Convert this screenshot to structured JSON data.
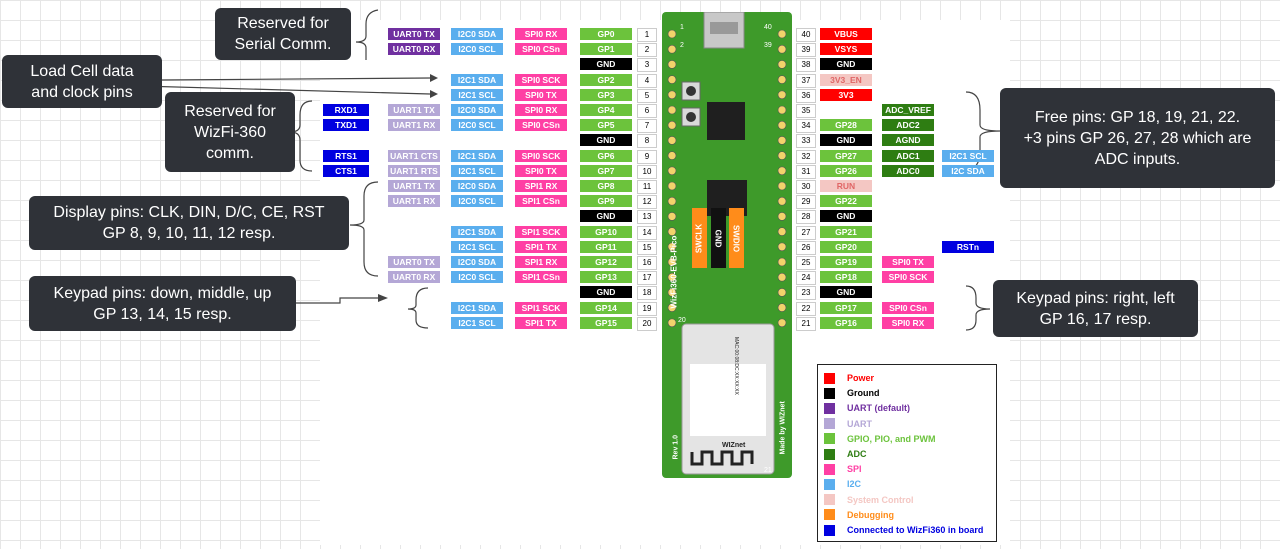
{
  "colors": {
    "power": "#ff0000",
    "ground": "#000000",
    "uart_default": "#7030a0",
    "uart": "#b4a7d6",
    "gpio": "#6cc33c",
    "adc": "#2e7d12",
    "spi": "#ff3fa4",
    "i2c": "#5aaeee",
    "system": "#f4c7c3",
    "debug": "#ff8c1a",
    "wizfi": "#0000e0"
  },
  "left_pins": [
    {
      "num": "1",
      "row": 0,
      "cols": [
        {
          "c": 3,
          "t": "GP0",
          "k": "gpio"
        },
        {
          "c": 2,
          "t": "SPI0 RX",
          "k": "spi"
        },
        {
          "c": 1,
          "t": "I2C0 SDA",
          "k": "i2c"
        },
        {
          "c": 0,
          "t": "UART0 TX",
          "k": "uart_default"
        }
      ]
    },
    {
      "num": "2",
      "row": 1,
      "cols": [
        {
          "c": 3,
          "t": "GP1",
          "k": "gpio"
        },
        {
          "c": 2,
          "t": "SPI0 CSn",
          "k": "spi"
        },
        {
          "c": 1,
          "t": "I2C0 SCL",
          "k": "i2c"
        },
        {
          "c": 0,
          "t": "UART0 RX",
          "k": "uart_default"
        }
      ]
    },
    {
      "num": "3",
      "row": 2,
      "cols": [
        {
          "c": 3,
          "t": "GND",
          "k": "ground"
        }
      ]
    },
    {
      "num": "4",
      "row": 3,
      "cols": [
        {
          "c": 3,
          "t": "GP2",
          "k": "gpio"
        },
        {
          "c": 2,
          "t": "SPI0 SCK",
          "k": "spi"
        },
        {
          "c": 1,
          "t": "I2C1 SDA",
          "k": "i2c"
        }
      ]
    },
    {
      "num": "5",
      "row": 4,
      "cols": [
        {
          "c": 3,
          "t": "GP3",
          "k": "gpio"
        },
        {
          "c": 2,
          "t": "SPI0 TX",
          "k": "spi"
        },
        {
          "c": 1,
          "t": "I2C1 SCL",
          "k": "i2c"
        }
      ]
    },
    {
      "num": "6",
      "row": 5,
      "cols": [
        {
          "c": 3,
          "t": "GP4",
          "k": "gpio"
        },
        {
          "c": 2,
          "t": "SPI0 RX",
          "k": "spi"
        },
        {
          "c": 1,
          "t": "I2C0 SDA",
          "k": "i2c"
        },
        {
          "c": 0,
          "t": "UART1 TX",
          "k": "uart"
        },
        {
          "c": -1,
          "t": "RXD1",
          "k": "wizfi"
        }
      ]
    },
    {
      "num": "7",
      "row": 6,
      "cols": [
        {
          "c": 3,
          "t": "GP5",
          "k": "gpio"
        },
        {
          "c": 2,
          "t": "SPI0 CSn",
          "k": "spi"
        },
        {
          "c": 1,
          "t": "I2C0 SCL",
          "k": "i2c"
        },
        {
          "c": 0,
          "t": "UART1 RX",
          "k": "uart"
        },
        {
          "c": -1,
          "t": "TXD1",
          "k": "wizfi"
        }
      ]
    },
    {
      "num": "8",
      "row": 7,
      "cols": [
        {
          "c": 3,
          "t": "GND",
          "k": "ground"
        }
      ]
    },
    {
      "num": "9",
      "row": 8,
      "cols": [
        {
          "c": 3,
          "t": "GP6",
          "k": "gpio"
        },
        {
          "c": 2,
          "t": "SPI0 SCK",
          "k": "spi"
        },
        {
          "c": 1,
          "t": "I2C1 SDA",
          "k": "i2c"
        },
        {
          "c": 0,
          "t": "UART1 CTS",
          "k": "uart"
        },
        {
          "c": -1,
          "t": "RTS1",
          "k": "wizfi"
        }
      ]
    },
    {
      "num": "10",
      "row": 9,
      "cols": [
        {
          "c": 3,
          "t": "GP7",
          "k": "gpio"
        },
        {
          "c": 2,
          "t": "SPI0 TX",
          "k": "spi"
        },
        {
          "c": 1,
          "t": "I2C1 SCL",
          "k": "i2c"
        },
        {
          "c": 0,
          "t": "UART1 RTS",
          "k": "uart"
        },
        {
          "c": -1,
          "t": "CTS1",
          "k": "wizfi"
        }
      ]
    },
    {
      "num": "11",
      "row": 10,
      "cols": [
        {
          "c": 3,
          "t": "GP8",
          "k": "gpio"
        },
        {
          "c": 2,
          "t": "SPI1 RX",
          "k": "spi"
        },
        {
          "c": 1,
          "t": "I2C0 SDA",
          "k": "i2c"
        },
        {
          "c": 0,
          "t": "UART1 TX",
          "k": "uart"
        }
      ]
    },
    {
      "num": "12",
      "row": 11,
      "cols": [
        {
          "c": 3,
          "t": "GP9",
          "k": "gpio"
        },
        {
          "c": 2,
          "t": "SPI1 CSn",
          "k": "spi"
        },
        {
          "c": 1,
          "t": "I2C0 SCL",
          "k": "i2c"
        },
        {
          "c": 0,
          "t": "UART1 RX",
          "k": "uart"
        }
      ]
    },
    {
      "num": "13",
      "row": 12,
      "cols": [
        {
          "c": 3,
          "t": "GND",
          "k": "ground"
        }
      ]
    },
    {
      "num": "14",
      "row": 13,
      "cols": [
        {
          "c": 3,
          "t": "GP10",
          "k": "gpio"
        },
        {
          "c": 2,
          "t": "SPI1 SCK",
          "k": "spi"
        },
        {
          "c": 1,
          "t": "I2C1 SDA",
          "k": "i2c"
        }
      ]
    },
    {
      "num": "15",
      "row": 14,
      "cols": [
        {
          "c": 3,
          "t": "GP11",
          "k": "gpio"
        },
        {
          "c": 2,
          "t": "SPI1 TX",
          "k": "spi"
        },
        {
          "c": 1,
          "t": "I2C1 SCL",
          "k": "i2c"
        }
      ]
    },
    {
      "num": "16",
      "row": 15,
      "cols": [
        {
          "c": 3,
          "t": "GP12",
          "k": "gpio"
        },
        {
          "c": 2,
          "t": "SPI1 RX",
          "k": "spi"
        },
        {
          "c": 1,
          "t": "I2C0 SDA",
          "k": "i2c"
        },
        {
          "c": 0,
          "t": "UART0 TX",
          "k": "uart"
        }
      ]
    },
    {
      "num": "17",
      "row": 16,
      "cols": [
        {
          "c": 3,
          "t": "GP13",
          "k": "gpio"
        },
        {
          "c": 2,
          "t": "SPI1 CSn",
          "k": "spi"
        },
        {
          "c": 1,
          "t": "I2C0 SCL",
          "k": "i2c"
        },
        {
          "c": 0,
          "t": "UART0 RX",
          "k": "uart"
        }
      ]
    },
    {
      "num": "18",
      "row": 17,
      "cols": [
        {
          "c": 3,
          "t": "GND",
          "k": "ground"
        }
      ]
    },
    {
      "num": "19",
      "row": 18,
      "cols": [
        {
          "c": 3,
          "t": "GP14",
          "k": "gpio"
        },
        {
          "c": 2,
          "t": "SPI1 SCK",
          "k": "spi"
        },
        {
          "c": 1,
          "t": "I2C1 SDA",
          "k": "i2c"
        }
      ]
    },
    {
      "num": "20",
      "row": 19,
      "cols": [
        {
          "c": 3,
          "t": "GP15",
          "k": "gpio"
        },
        {
          "c": 2,
          "t": "SPI1 TX",
          "k": "spi"
        },
        {
          "c": 1,
          "t": "I2C1 SCL",
          "k": "i2c"
        }
      ]
    }
  ],
  "right_pins": [
    {
      "num": "40",
      "row": 0,
      "cols": [
        {
          "c": 0,
          "t": "VBUS",
          "k": "power"
        }
      ]
    },
    {
      "num": "39",
      "row": 1,
      "cols": [
        {
          "c": 0,
          "t": "VSYS",
          "k": "power"
        }
      ]
    },
    {
      "num": "38",
      "row": 2,
      "cols": [
        {
          "c": 0,
          "t": "GND",
          "k": "ground"
        }
      ]
    },
    {
      "num": "37",
      "row": 3,
      "cols": [
        {
          "c": 0,
          "t": "3V3_EN",
          "k": "system"
        }
      ]
    },
    {
      "num": "36",
      "row": 4,
      "cols": [
        {
          "c": 0,
          "t": "3V3",
          "k": "power"
        }
      ]
    },
    {
      "num": "35",
      "row": 5,
      "cols": [
        {
          "c": 1,
          "t": "ADC_VREF",
          "k": "adc"
        }
      ]
    },
    {
      "num": "34",
      "row": 6,
      "cols": [
        {
          "c": 0,
          "t": "GP28",
          "k": "gpio"
        },
        {
          "c": 1,
          "t": "ADC2",
          "k": "adc"
        }
      ]
    },
    {
      "num": "33",
      "row": 7,
      "cols": [
        {
          "c": 0,
          "t": "GND",
          "k": "ground"
        },
        {
          "c": 1,
          "t": "AGND",
          "k": "adc"
        }
      ]
    },
    {
      "num": "32",
      "row": 8,
      "cols": [
        {
          "c": 0,
          "t": "GP27",
          "k": "gpio"
        },
        {
          "c": 1,
          "t": "ADC1",
          "k": "adc"
        },
        {
          "c": 2,
          "t": "I2C1 SCL",
          "k": "i2c"
        }
      ]
    },
    {
      "num": "31",
      "row": 9,
      "cols": [
        {
          "c": 0,
          "t": "GP26",
          "k": "gpio"
        },
        {
          "c": 1,
          "t": "ADC0",
          "k": "adc"
        },
        {
          "c": 2,
          "t": "I2C SDA",
          "k": "i2c"
        }
      ]
    },
    {
      "num": "30",
      "row": 10,
      "cols": [
        {
          "c": 0,
          "t": "RUN",
          "k": "system"
        }
      ]
    },
    {
      "num": "29",
      "row": 11,
      "cols": [
        {
          "c": 0,
          "t": "GP22",
          "k": "gpio"
        }
      ]
    },
    {
      "num": "28",
      "row": 12,
      "cols": [
        {
          "c": 0,
          "t": "GND",
          "k": "ground"
        }
      ]
    },
    {
      "num": "27",
      "row": 13,
      "cols": [
        {
          "c": 0,
          "t": "GP21",
          "k": "gpio"
        }
      ]
    },
    {
      "num": "26",
      "row": 14,
      "cols": [
        {
          "c": 0,
          "t": "GP20",
          "k": "gpio"
        },
        {
          "c": 2,
          "t": "RSTn",
          "k": "wizfi"
        }
      ]
    },
    {
      "num": "25",
      "row": 15,
      "cols": [
        {
          "c": 0,
          "t": "GP19",
          "k": "gpio"
        },
        {
          "c": 1,
          "t": "SPI0 TX",
          "k": "spi"
        }
      ]
    },
    {
      "num": "24",
      "row": 16,
      "cols": [
        {
          "c": 0,
          "t": "GP18",
          "k": "gpio"
        },
        {
          "c": 1,
          "t": "SPI0 SCK",
          "k": "spi"
        }
      ]
    },
    {
      "num": "23",
      "row": 17,
      "cols": [
        {
          "c": 0,
          "t": "GND",
          "k": "ground"
        }
      ]
    },
    {
      "num": "22",
      "row": 18,
      "cols": [
        {
          "c": 0,
          "t": "GP17",
          "k": "gpio"
        },
        {
          "c": 1,
          "t": "SPI0 CSn",
          "k": "spi"
        }
      ]
    },
    {
      "num": "21",
      "row": 19,
      "cols": [
        {
          "c": 0,
          "t": "GP16",
          "k": "gpio"
        },
        {
          "c": 1,
          "t": "SPI0 RX",
          "k": "spi"
        }
      ]
    }
  ],
  "callouts": {
    "serial": "Reserved for\nSerial Comm.",
    "loadcell": "Load Cell data\nand clock pins",
    "wizfi": "Reserved for\nWizFi-360\ncomm.",
    "display": "Display pins: CLK, DIN, D/C, CE, RST\nGP 8, 9, 10, 11, 12 resp.",
    "keypad_left": "Keypad pins: down, middle, up\nGP 13, 14, 15 resp.",
    "free": "Free pins: GP 18, 19, 21, 22.\n+3 pins GP 26, 27, 28 which are\nADC inputs.",
    "keypad_right": "Keypad pins: right, left\nGP 16, 17 resp."
  },
  "board": {
    "name": "WizFi360-EVB-Pico",
    "rev": "Rev 1.0",
    "maker": "Made by WIZnet",
    "pads": [
      "SWCLK",
      "GND",
      "SWDIO"
    ],
    "corner_numbers": [
      "1",
      "2",
      "39",
      "40",
      "20",
      "21"
    ],
    "module_brand": "WIZnet",
    "module_text": "MAC:00:08:DC:XX:XX:XX"
  },
  "legend": [
    {
      "label": "Power",
      "k": "power"
    },
    {
      "label": "Ground",
      "k": "ground"
    },
    {
      "label": "UART (default)",
      "k": "uart_default"
    },
    {
      "label": "UART",
      "k": "uart"
    },
    {
      "label": "GPIO, PIO, and PWM",
      "k": "gpio"
    },
    {
      "label": "ADC",
      "k": "adc"
    },
    {
      "label": "SPI",
      "k": "spi"
    },
    {
      "label": "I2C",
      "k": "i2c"
    },
    {
      "label": "System Control",
      "k": "system"
    },
    {
      "label": "Debugging",
      "k": "debug"
    },
    {
      "label": "Connected to WizFi360 in board",
      "k": "wizfi"
    }
  ]
}
